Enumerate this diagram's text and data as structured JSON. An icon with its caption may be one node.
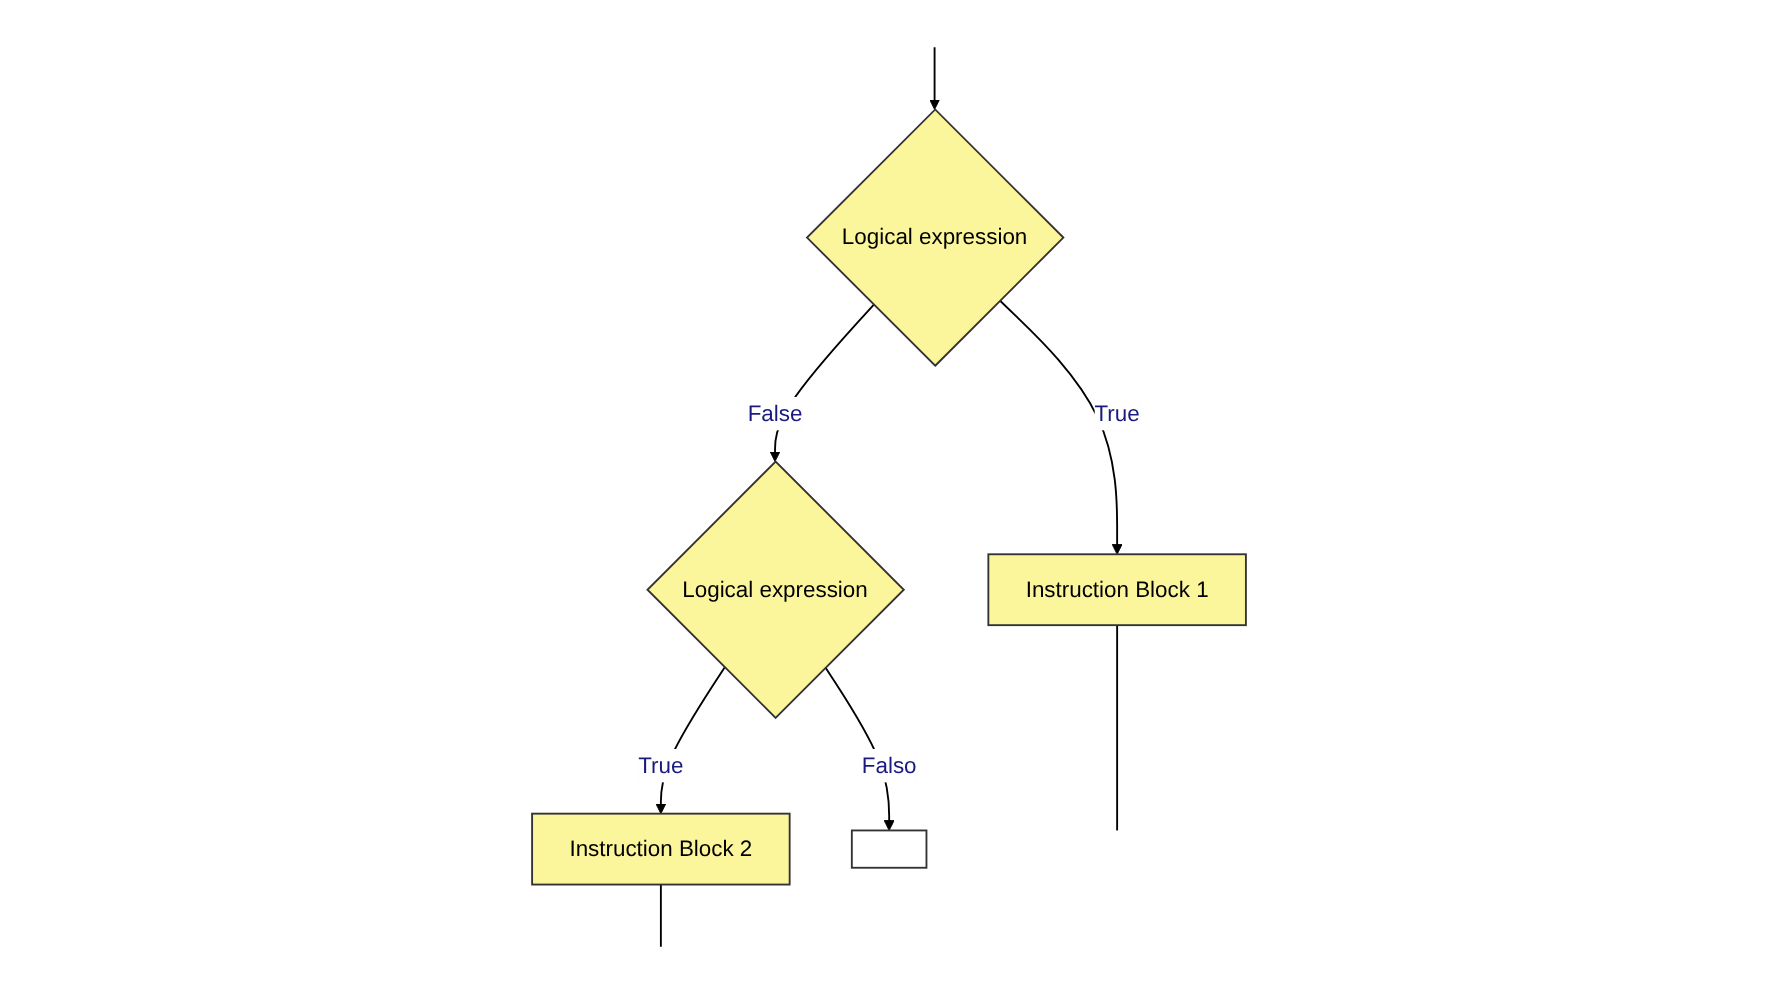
{
  "diagram": {
    "nodes": [
      {
        "text": [
          "Logical expression"
        ]
      },
      {
        "text": [
          "Instruction Block 1"
        ]
      },
      {
        "text": [
          "Logical expression"
        ]
      },
      {
        "text": [
          "Instruction Block 2"
        ]
      },
      {
        "text": [],
        "shape": "box"
      }
    ],
    "edges": [
      {
        "from": null,
        "to": 0,
        "arrow": "to"
      },
      {
        "from": 0,
        "to": 1,
        "arrow": "to",
        "label": "True"
      },
      {
        "from": 0,
        "to": 2,
        "arrow": "to",
        "label": "False"
      },
      {
        "from": 1,
        "to": null,
        "arrow": "none"
      },
      {
        "from": 2,
        "to": 3,
        "arrow": "to",
        "label": "True"
      },
      {
        "from": 2,
        "to": 4,
        "arrow": "to",
        "label": "Falso"
      },
      {
        "from": 3,
        "to": null,
        "arrow": "none"
      }
    ]
  }
}
